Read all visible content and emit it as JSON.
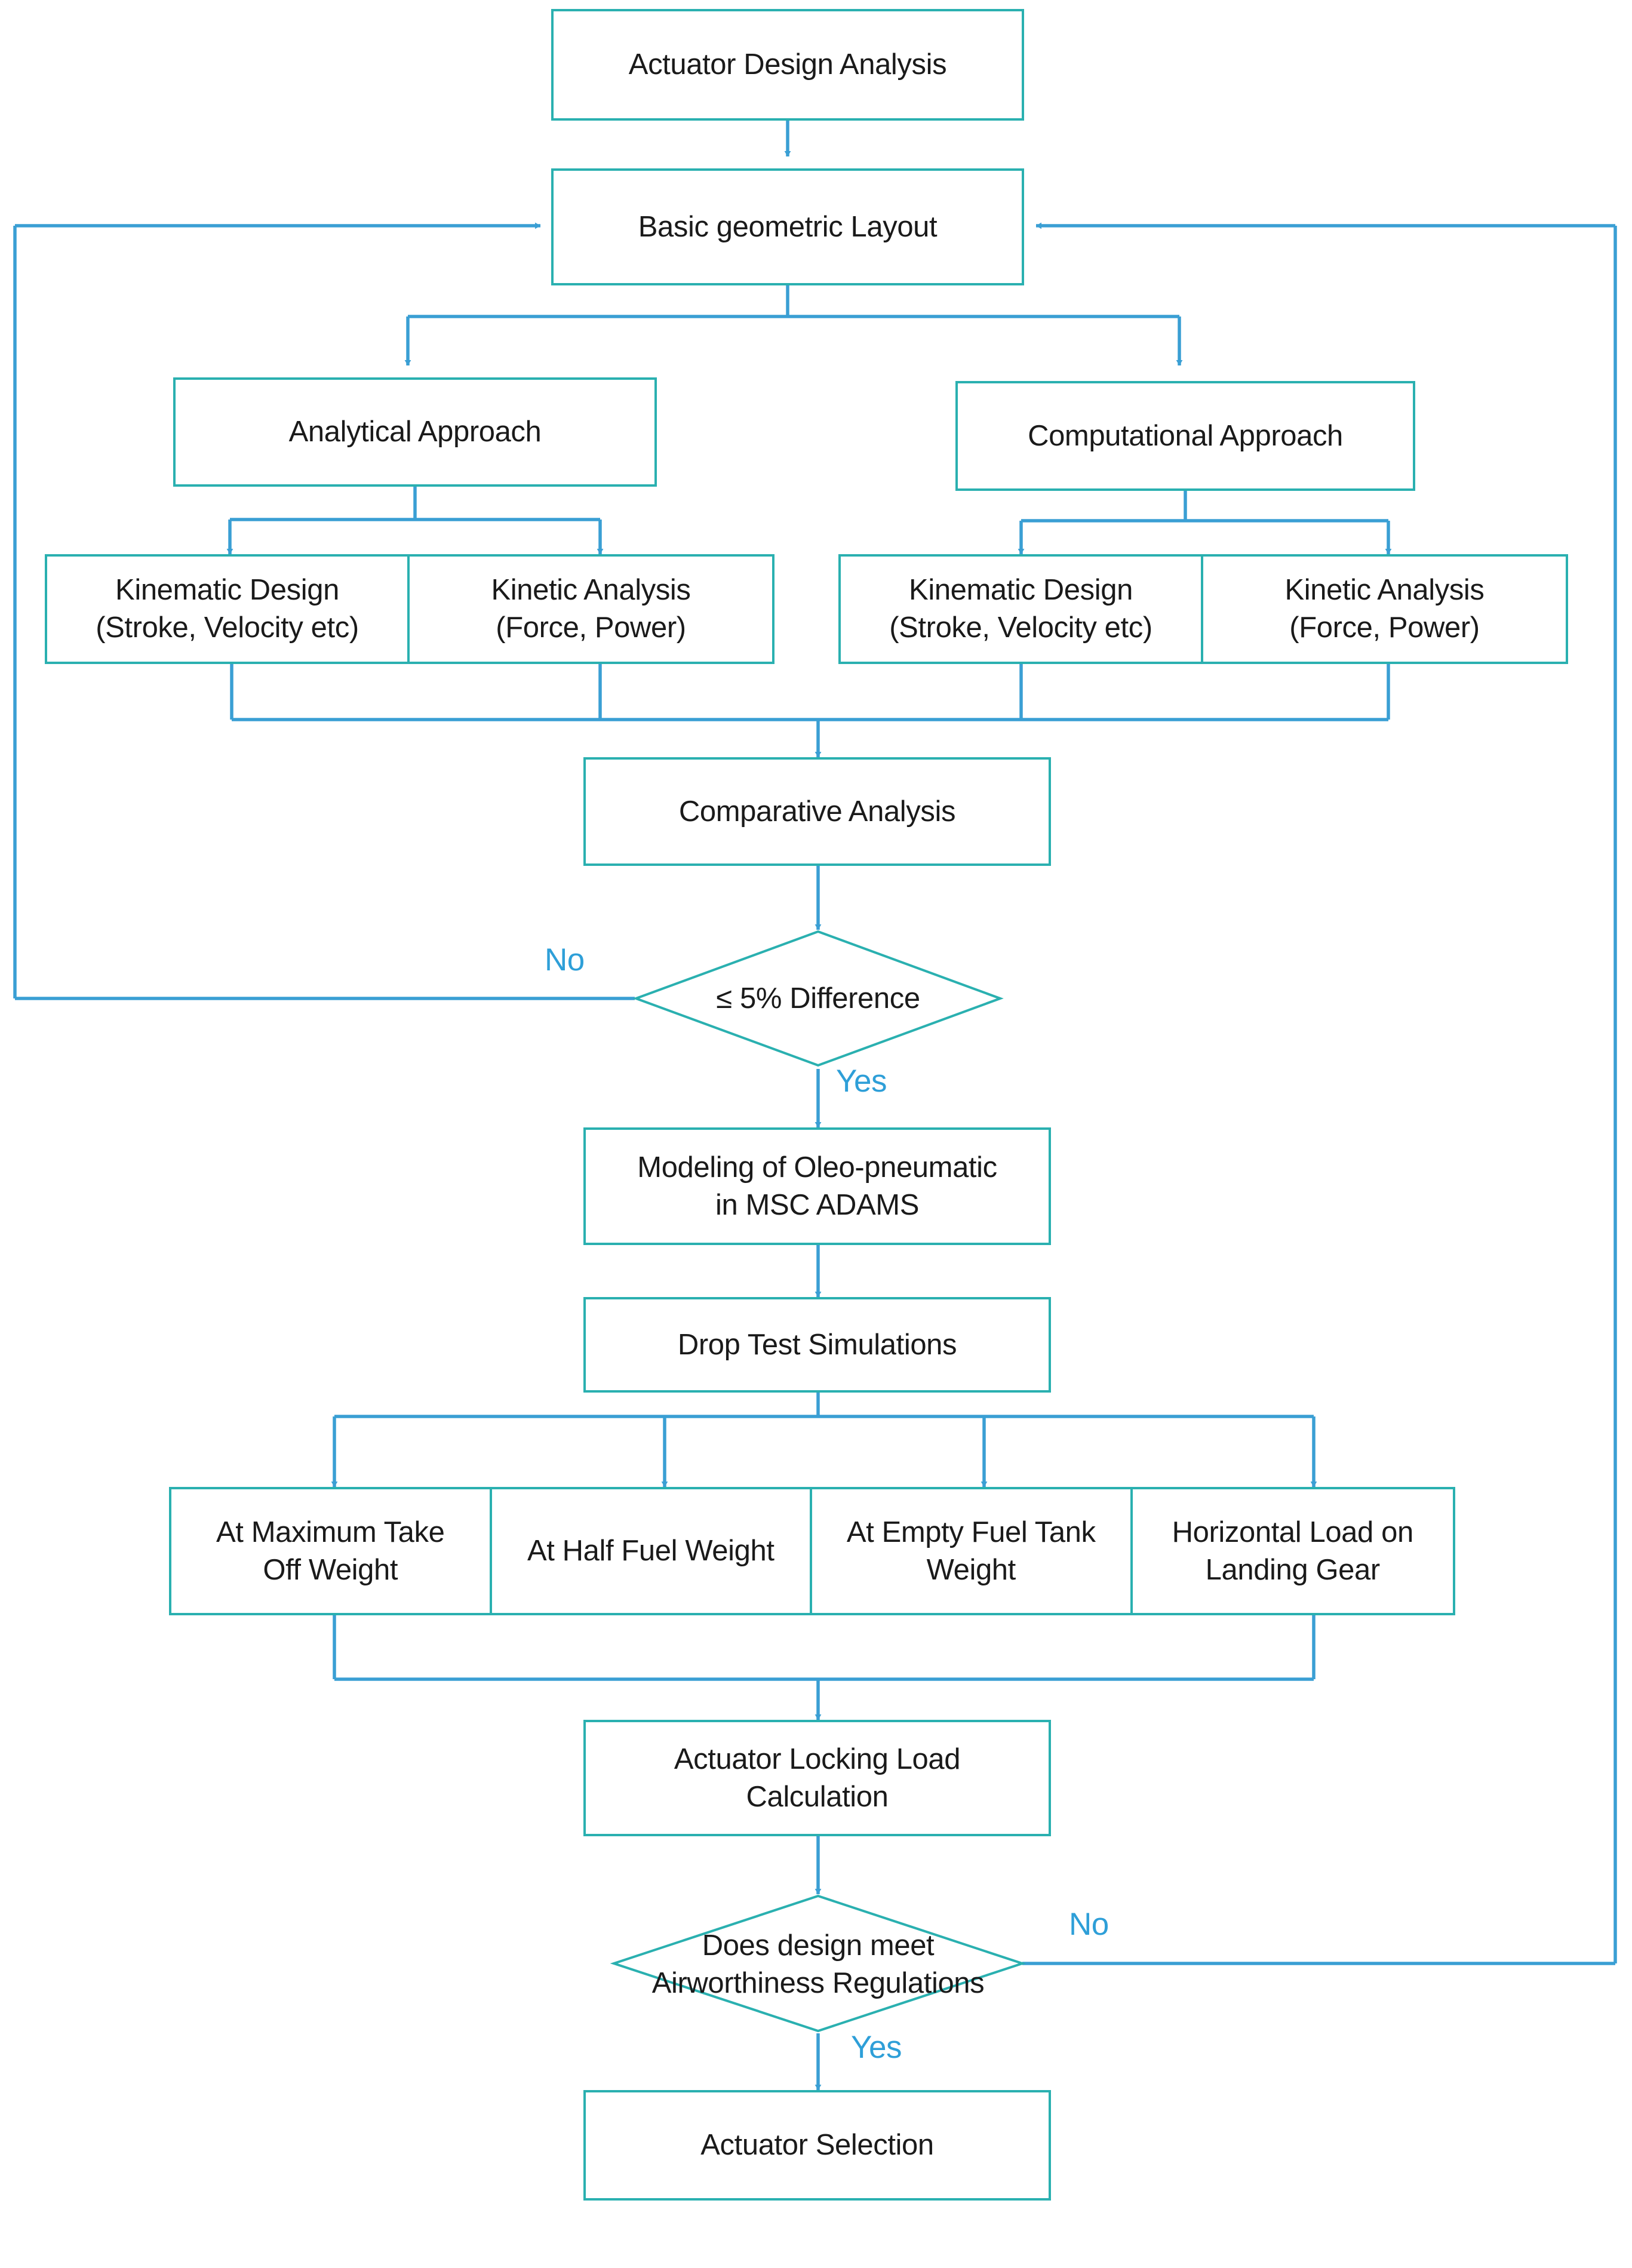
{
  "diagram": {
    "title": "Actuator Design Analysis Flowchart",
    "colors": {
      "box_border": "#2ab0b0",
      "connector": "#3a9fd4",
      "diamond_border": "#2ab0b0",
      "text": "#1a1a1a",
      "edge_label": "#2e9fd8",
      "background": "#ffffff"
    },
    "nodes": {
      "start": {
        "label": "Actuator Design Analysis"
      },
      "basic_layout": {
        "label": "Basic geometric Layout"
      },
      "analytical_approach": {
        "label": "Analytical Approach"
      },
      "computational_approach": {
        "label": "Computational Approach"
      },
      "analytical_kinematic": {
        "label": "Kinematic Design\n(Stroke, Velocity etc)"
      },
      "analytical_kinetic": {
        "label": "Kinetic Analysis\n(Force, Power)"
      },
      "computational_kinematic": {
        "label": "Kinematic Design\n(Stroke, Velocity etc)"
      },
      "computational_kinetic": {
        "label": "Kinetic Analysis\n(Force, Power)"
      },
      "comparative_analysis": {
        "label": "Comparative Analysis"
      },
      "difference_decision": {
        "label": "≤ 5% Difference"
      },
      "modeling_adams": {
        "label": "Modeling of Oleo-pneumatic\nin MSC ADAMS"
      },
      "drop_test": {
        "label": "Drop Test Simulations"
      },
      "max_takeoff_weight": {
        "label": "At Maximum Take\nOff Weight"
      },
      "half_fuel_weight": {
        "label": "At Half Fuel Weight"
      },
      "empty_fuel_tank_weight": {
        "label": "At Empty Fuel Tank\nWeight"
      },
      "horizontal_load": {
        "label": "Horizontal Load on\nLanding Gear"
      },
      "locking_load": {
        "label": "Actuator Locking Load\nCalculation"
      },
      "airworthiness_decision": {
        "label": "Does design meet\nAirworthiness Regulations"
      },
      "actuator_selection": {
        "label": "Actuator Selection"
      }
    },
    "edge_labels": {
      "difference_no": "No",
      "difference_yes": "Yes",
      "airworthiness_no": "No",
      "airworthiness_yes": "Yes"
    }
  }
}
